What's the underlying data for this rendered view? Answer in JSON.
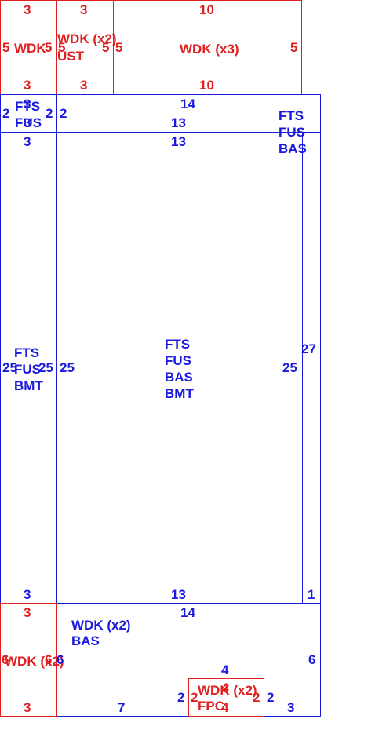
{
  "colors": {
    "red": "#e02020",
    "blue": "#1a1adc"
  },
  "diagram": {
    "top_left": {
      "line1": "WDK",
      "top": "3",
      "bottom": "3",
      "left": "5",
      "right": "5"
    },
    "top_mid": {
      "line1": "WDK (x2)",
      "line2": "UST",
      "top": "3",
      "bottom": "3",
      "left": "5",
      "right": "5"
    },
    "top_right": {
      "line1": "WDK (x3)",
      "top": "10",
      "bottom": "10",
      "left": "5",
      "right": "5"
    },
    "band_strip": {
      "line1": "FTS",
      "line2": "FUS",
      "top": "3",
      "bottom": "3",
      "left": "2",
      "right": "2"
    },
    "band_main": {
      "left": "2",
      "top": "14",
      "bottom": "13"
    },
    "band_right_label": {
      "line1": "FTS",
      "line2": "FUS",
      "line3": "BAS"
    },
    "left_col": {
      "line1": "FTS",
      "line2": "FUS",
      "line3": "BMT",
      "top": "3",
      "bottom": "3",
      "left": "25",
      "right": "25"
    },
    "main": {
      "line1": "FTS",
      "line2": "FUS",
      "line3": "BAS",
      "line4": "BMT",
      "top": "13",
      "bottom": "13",
      "left": "25",
      "right": "25"
    },
    "side_strip": {
      "right": "27",
      "bottom": "1"
    },
    "bottom_left": {
      "line1": "WDK (x2)",
      "top": "3",
      "bottom": "3",
      "left": "6",
      "right": "6"
    },
    "bottom_main": {
      "line1": "WDK (x2)",
      "line2": "BAS",
      "top": "14",
      "right": "6",
      "left": "6",
      "bottom_left": "7",
      "bottom_right": "3"
    },
    "small": {
      "line1": "WDK (x2)",
      "line2": "FPC",
      "top": "4",
      "bottom": "4",
      "left": "2",
      "right": "2",
      "outer_left": "2",
      "outer_right": "2"
    }
  }
}
